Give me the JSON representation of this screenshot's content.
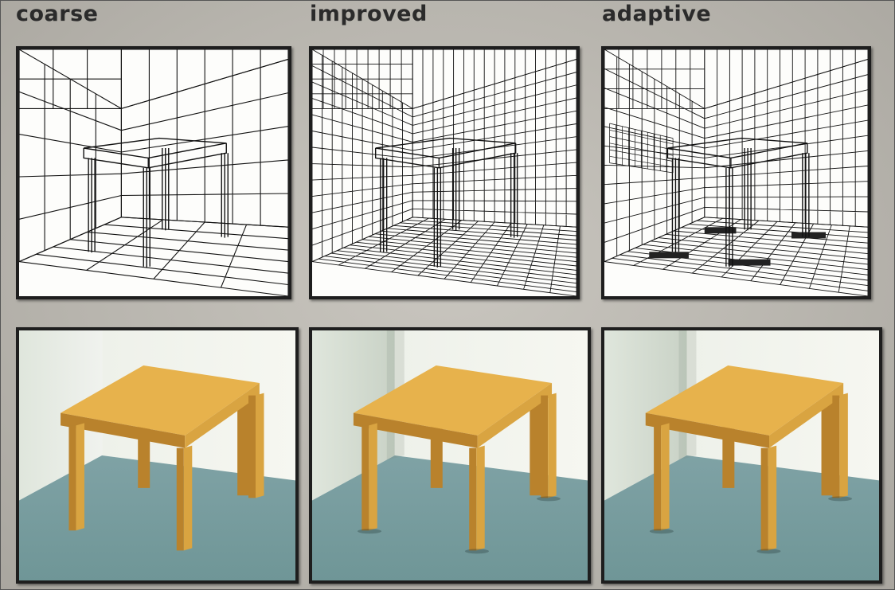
{
  "columns": [
    {
      "label": "coarse"
    },
    {
      "label": "improved"
    },
    {
      "label": "adaptive"
    }
  ]
}
